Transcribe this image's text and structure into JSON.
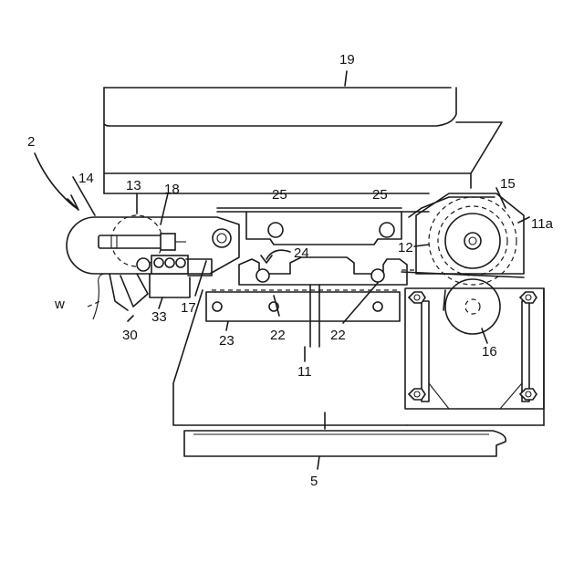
{
  "figure": {
    "labels": {
      "l2": "2",
      "l5": "5",
      "l11": "11",
      "l11a": "11a",
      "l12": "12",
      "l13": "13",
      "l14": "14",
      "l15": "15",
      "l16": "16",
      "l17": "17",
      "l18": "18",
      "l19": "19",
      "l22a": "22",
      "l22b": "22",
      "l23": "23",
      "l24": "24",
      "l25a": "25",
      "l25b": "25",
      "l30": "30",
      "l33": "33",
      "lw": "w"
    }
  }
}
